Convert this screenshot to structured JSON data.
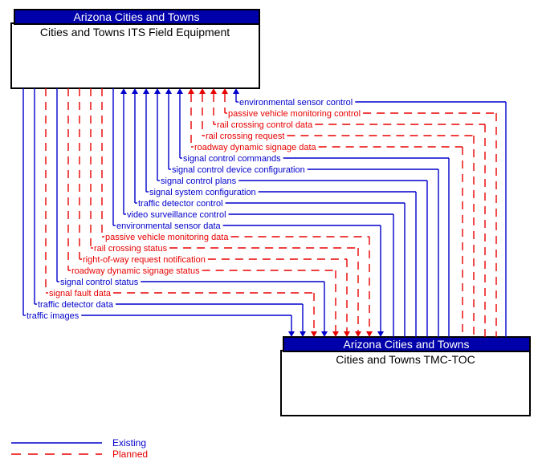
{
  "top_box": {
    "header": "Arizona Cities and Towns",
    "body": "Cities and Towns ITS Field Equipment"
  },
  "bottom_box": {
    "header": "Arizona Cities and Towns",
    "body": "Cities and Towns TMC-TOC"
  },
  "legend": {
    "existing_label": "Existing",
    "planned_label": "Planned"
  },
  "colors": {
    "existing": "#0000CC",
    "planned": "#E80000",
    "header_bg": "#0000AA",
    "header_text": "#FFFFFF",
    "body_text": "#000000",
    "border": "#000000"
  },
  "flows": [
    {
      "label": "environmental sensor control",
      "status": "existing",
      "direction": "to-field-equipment"
    },
    {
      "label": "passive vehicle monitoring control",
      "status": "planned",
      "direction": "to-field-equipment"
    },
    {
      "label": "rail crossing control data",
      "status": "planned",
      "direction": "to-field-equipment"
    },
    {
      "label": "rail crossing request",
      "status": "planned",
      "direction": "to-field-equipment"
    },
    {
      "label": "roadway dynamic signage data",
      "status": "planned",
      "direction": "to-field-equipment"
    },
    {
      "label": "signal control commands",
      "status": "existing",
      "direction": "to-field-equipment"
    },
    {
      "label": "signal control device configuration",
      "status": "existing",
      "direction": "to-field-equipment"
    },
    {
      "label": "signal control plans",
      "status": "existing",
      "direction": "to-field-equipment"
    },
    {
      "label": "signal system configuration",
      "status": "existing",
      "direction": "to-field-equipment"
    },
    {
      "label": "traffic detector control",
      "status": "existing",
      "direction": "to-field-equipment"
    },
    {
      "label": "video surveillance control",
      "status": "existing",
      "direction": "to-field-equipment"
    },
    {
      "label": "environmental sensor data",
      "status": "existing",
      "direction": "to-tmc"
    },
    {
      "label": "passive vehicle monitoring data",
      "status": "planned",
      "direction": "to-tmc"
    },
    {
      "label": "rail crossing status",
      "status": "planned",
      "direction": "to-tmc"
    },
    {
      "label": "right-of-way request notification",
      "status": "planned",
      "direction": "to-tmc"
    },
    {
      "label": "roadway dynamic signage status",
      "status": "planned",
      "direction": "to-tmc"
    },
    {
      "label": "signal control status",
      "status": "existing",
      "direction": "to-tmc"
    },
    {
      "label": "signal fault data",
      "status": "planned",
      "direction": "to-tmc"
    },
    {
      "label": "traffic detector data",
      "status": "existing",
      "direction": "to-tmc"
    },
    {
      "label": "traffic images",
      "status": "existing",
      "direction": "to-tmc"
    }
  ]
}
